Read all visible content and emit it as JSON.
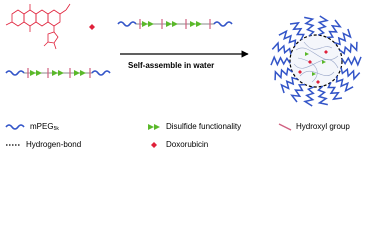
{
  "arrow_label": "Self-assemble in water",
  "legend": {
    "mpeg_label": "mPEG",
    "mpeg_subscript": "5k",
    "disulfide_label": "Disulfide functionality",
    "hydroxyl_label": "Hydroxyl group",
    "hbond_label": "Hydrogen-bond",
    "dox_label": "Doxorubicin"
  },
  "colors": {
    "peg": "#3355c8",
    "disulfide": "#5ab82a",
    "hydroxyl": "#d06080",
    "dox": "#e0203a",
    "molecule": "#e0203a",
    "backbone": "#888888"
  }
}
